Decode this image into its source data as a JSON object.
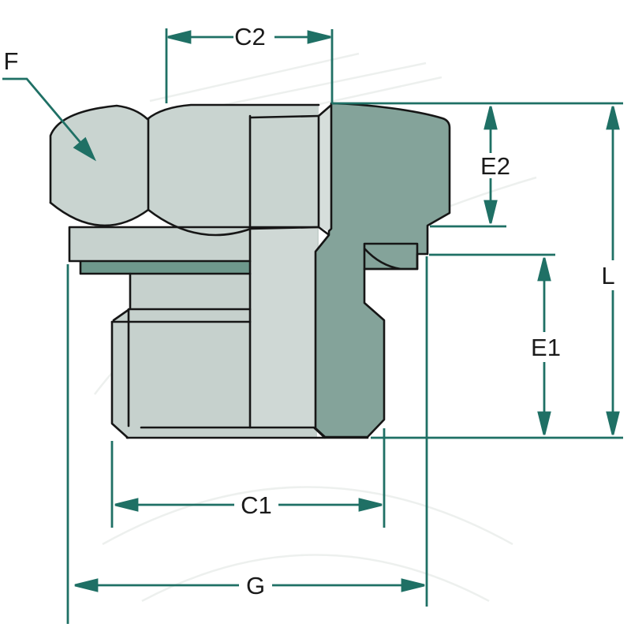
{
  "page": {
    "background": "#ffffff"
  },
  "drawing": {
    "title": "Dimensioned half-section technical drawing of a hex-head hydraulic adapter fitting",
    "colors": {
      "outline": "#161616",
      "dimension": "#1f7065",
      "label_text": "#1a1a1a",
      "hex_face": "#c9d4d0",
      "flange_face": "#c7d2ce",
      "body_face": "#c6d1cd",
      "bore_face": "#cfd8d5",
      "chamfer_strip": "#d6dedb",
      "section_cut": "#84a39a",
      "seal_band": "#6e988c",
      "watermark": "#edf0ee"
    },
    "labels": {
      "c2": "C2",
      "f": "F",
      "e2": "E2",
      "l": "L",
      "e1": "E1",
      "c1": "C1",
      "g": "G"
    }
  }
}
